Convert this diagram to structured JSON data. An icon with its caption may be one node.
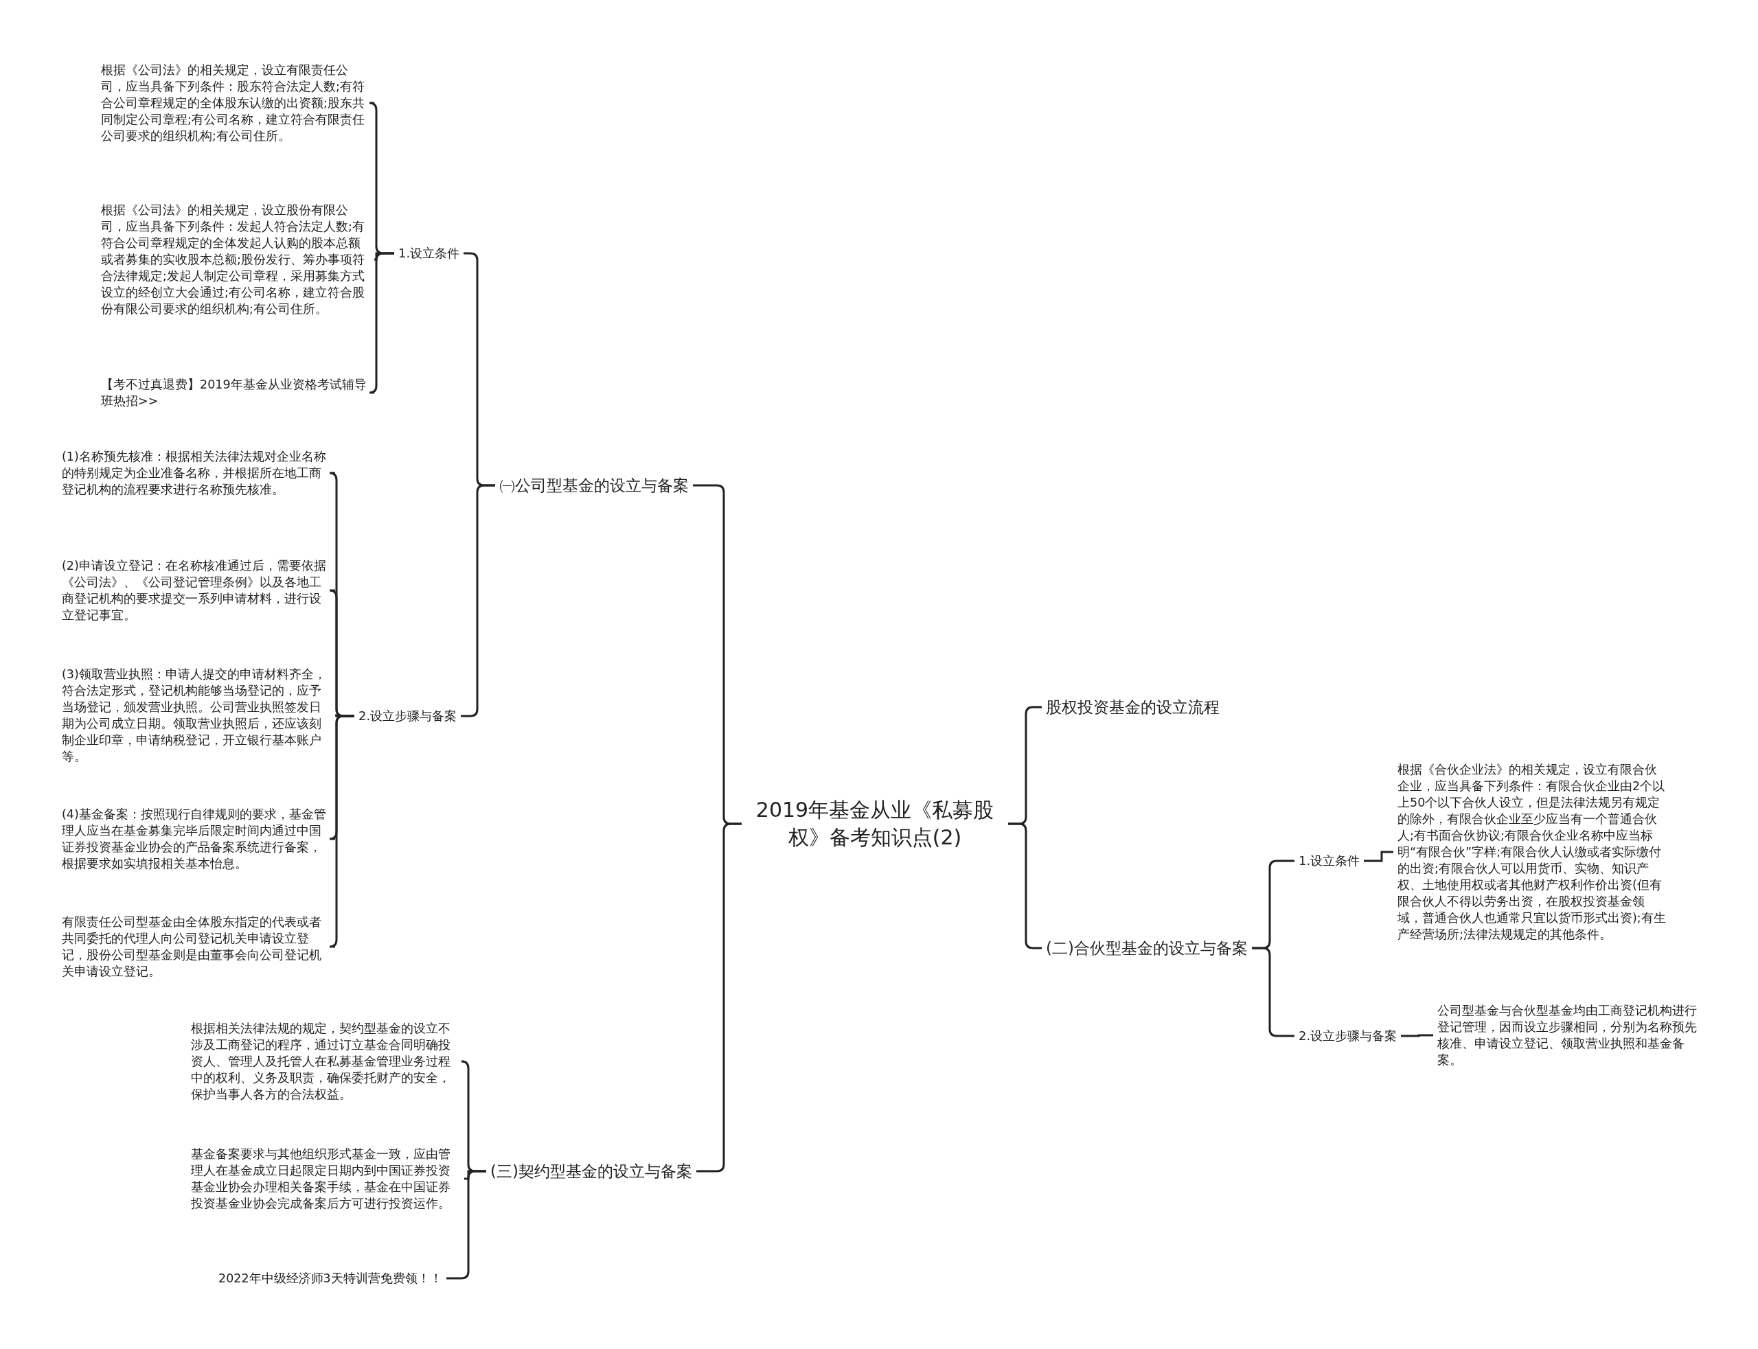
{
  "diagram": {
    "nodes": [
      {
        "text": [
          "2019年基金从业《私募股权》备考知识点(2)"
        ]
      },
      {
        "text": [
          "㈠公司型基金的设立与备案"
        ]
      },
      {
        "text": [
          "1.设立条件"
        ]
      },
      {
        "text": [
          "根据《公司法》的相关规定，设立有限责任公司，应当具备下列条件：股东符合法定人数;有符合公司章程规定的全体股东认缴的出资额;股东共同制定公司章程;有公司名称，建立符合有限责任公司要求的组织机构;有公司住所。"
        ]
      },
      {
        "text": [
          "根据《公司法》的相关规定，设立股份有限公司，应当具备下列条件：发起人符合法定人数;有符合公司章程规定的全体发起人认购的股本总额或者募集的实收股本总额;股份发行、筹办事项符合法律规定;发起人制定公司章程，采用募集方式设立的经创立大会通过;有公司名称，建立符合股份有限公司要求的组织机构;有公司住所。"
        ]
      },
      {
        "text": [
          "【考不过真退费】2019年基金从业资格考试辅导班热招>>"
        ]
      },
      {
        "text": [
          "2.设立步骤与备案"
        ]
      },
      {
        "text": [
          "(1)名称预先核准：根据相关法律法规对企业名称的特别规定为企业准备名称，并根据所在地工商登记机构的流程要求进行名称预先核准。"
        ]
      },
      {
        "text": [
          "(2)申请设立登记：在名称核准通过后，需要依据《公司法》、《公司登记管理条例》以及各地工商登记机构的要求提交一系列申请材料，进行设立登记事宜。"
        ]
      },
      {
        "text": [
          "(3)领取营业执照：申请人提交的申请材料齐全，符合法定形式，登记机构能够当场登记的，应予当场登记，颁发营业执照。公司营业执照签发日期为公司成立日期。领取营业执照后，还应该刻制企业印章，申请纳税登记，开立银行基本账户等。"
        ]
      },
      {
        "text": [
          "(4)基金备案：按照现行自律规则的要求，基金管理人应当在基金募集完毕后限定时间内通过中国证券投资基金业协会的产品备案系统进行备案，根据要求如实填报相关基本怡息。"
        ]
      },
      {
        "text": [
          "有限责任公司型基金由全体股东指定的代表或者共同委托的代理人向公司登记机关申请设立登记，股份公司型基金则是由董事会向公司登记机关申请设立登记。"
        ]
      },
      {
        "text": [
          "(三)契约型基金的设立与备案"
        ]
      },
      {
        "text": [
          "根据相关法律法规的规定，契约型基金的设立不涉及工商登记的程序，通过订立基金合同明确投资人、管理人及托管人在私募基金管理业务过程中的权利、义务及职责，确保委托财产的安全，保护当事人各方的合法权益。"
        ]
      },
      {
        "text": [
          "基金备案要求与其他组织形式基金一致，应由管理人在基金成立日起限定日期内到中国证券投资基金业协会办理相关备案手续，基金在中国证券投资基金业协会完成备案后方可进行投资运作。"
        ]
      },
      {
        "text": [
          "2022年中级经济师3天特训营免费领！！"
        ]
      },
      {
        "text": [
          "股权投资基金的设立流程"
        ]
      },
      {
        "text": [
          "(二)合伙型基金的设立与备案"
        ]
      },
      {
        "text": [
          "1.设立条件"
        ]
      },
      {
        "text": [
          "根据《合伙企业法》的相关规定，设立有限合伙企业，应当具备下列条件：有限合伙企业由2个以上50个以下合伙人设立，但是法律法规另有规定的除外，有限合伙企业至少应当有一个普通合伙人;有书面合伙协议;有限合伙企业名称中应当标明“有限合伙”字样;有限合伙人认缴或者实际缴付的出资;有限合伙人可以用货币、实物、知识产权、土地使用权或者其他财产权利作价出资(但有限合伙人不得以劳务出资，在股权投资基金领域，普通合伙人也通常只宜以货币形式出资);有生产经营场所;法律法规规定的其他条件。"
        ]
      },
      {
        "text": [
          "2.设立步骤与备案"
        ]
      },
      {
        "text": [
          "公司型基金与合伙型基金均由工商登记机构进行登记管理，因而设立步骤相同，分别为名称预先核准、申请设立登记、领取营业执照和基金备案。"
        ]
      }
    ],
    "edges": [
      {
        "from": 0,
        "to": 1,
        "arrow": "none"
      },
      {
        "from": 0,
        "to": 12,
        "arrow": "none"
      },
      {
        "from": 0,
        "to": 16,
        "arrow": "none"
      },
      {
        "from": 0,
        "to": 17,
        "arrow": "none"
      },
      {
        "from": 1,
        "to": 2,
        "arrow": "none"
      },
      {
        "from": 1,
        "to": 6,
        "arrow": "none"
      },
      {
        "from": 2,
        "to": 3,
        "arrow": "none"
      },
      {
        "from": 2,
        "to": 4,
        "arrow": "none"
      },
      {
        "from": 2,
        "to": 5,
        "arrow": "none"
      },
      {
        "from": 6,
        "to": 7,
        "arrow": "none"
      },
      {
        "from": 6,
        "to": 8,
        "arrow": "none"
      },
      {
        "from": 6,
        "to": 9,
        "arrow": "none"
      },
      {
        "from": 6,
        "to": 10,
        "arrow": "none"
      },
      {
        "from": 6,
        "to": 11,
        "arrow": "none"
      },
      {
        "from": 12,
        "to": 13,
        "arrow": "none"
      },
      {
        "from": 12,
        "to": 14,
        "arrow": "none"
      },
      {
        "from": 12,
        "to": 15,
        "arrow": "none"
      },
      {
        "from": 17,
        "to": 18,
        "arrow": "none"
      },
      {
        "from": 17,
        "to": 20,
        "arrow": "none"
      },
      {
        "from": 18,
        "to": 19,
        "arrow": "none"
      },
      {
        "from": 20,
        "to": 21,
        "arrow": "none"
      }
    ]
  }
}
